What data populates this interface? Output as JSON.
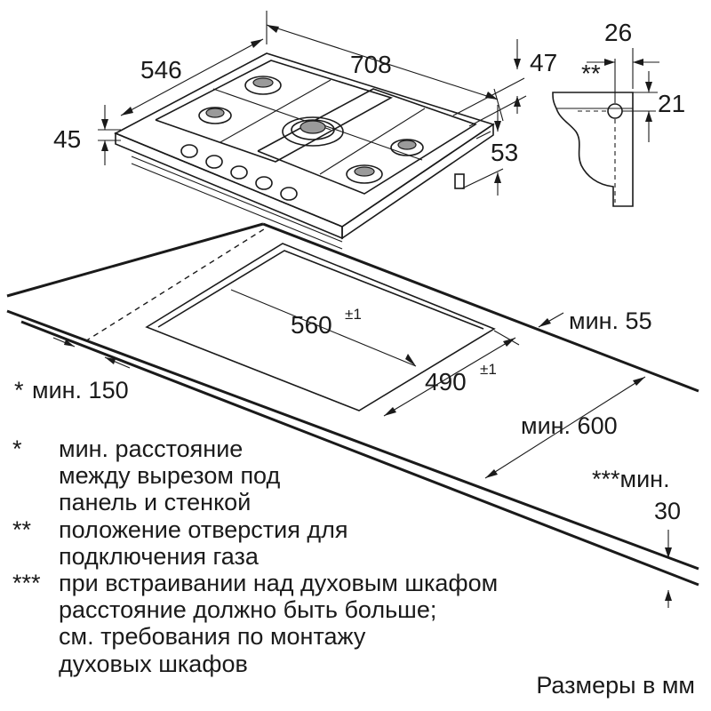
{
  "hob_dimensions": {
    "width": "708",
    "depth": "546",
    "height": "45",
    "control_offset": "47",
    "gas_offset": "53"
  },
  "gas_detail": {
    "horizontal": "26",
    "vertical": "21",
    "mark": "**"
  },
  "cutout": {
    "width": "560",
    "width_tol": "±1",
    "depth": "490",
    "depth_tol": "±1"
  },
  "clearances": {
    "side_mark": "*",
    "side": "мин. 150",
    "back": "мин. 55",
    "front": "мин. 600",
    "oven_mark_label": "***мин.",
    "oven_value": "30"
  },
  "notes": [
    {
      "mark": "*",
      "text": "мин. расстояние\nмежду вырезом под\nпанель и стенкой"
    },
    {
      "mark": "**",
      "text": "положение отверстия для\nподключения газа"
    },
    {
      "mark": "***",
      "text": "при встраивании над духовым шкафом\nрасстояние должно быть больше;\nсм. требования по монтажу\nдуховых шкафов"
    }
  ],
  "units_label": "Размеры в мм"
}
